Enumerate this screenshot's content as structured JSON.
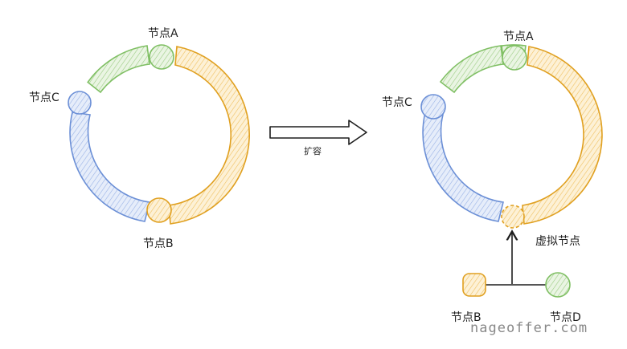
{
  "left_ring": {
    "node_a": "节点A",
    "node_b": "节点B",
    "node_c": "节点C"
  },
  "arrow": {
    "label": "扩容"
  },
  "right_ring": {
    "node_a": "节点A",
    "node_c": "节点C",
    "virtual_node": "虚拟节点",
    "node_b": "节点B",
    "node_d": "节点D"
  },
  "watermark": "nageoffer.com",
  "colors": {
    "green": "#7fbf63",
    "green_fill": "#d7eccb",
    "orange": "#e0a020",
    "orange_fill": "#fbe3b0",
    "blue": "#6b8fd6",
    "blue_fill": "#d2def6",
    "stroke": "#1e1e1e"
  }
}
